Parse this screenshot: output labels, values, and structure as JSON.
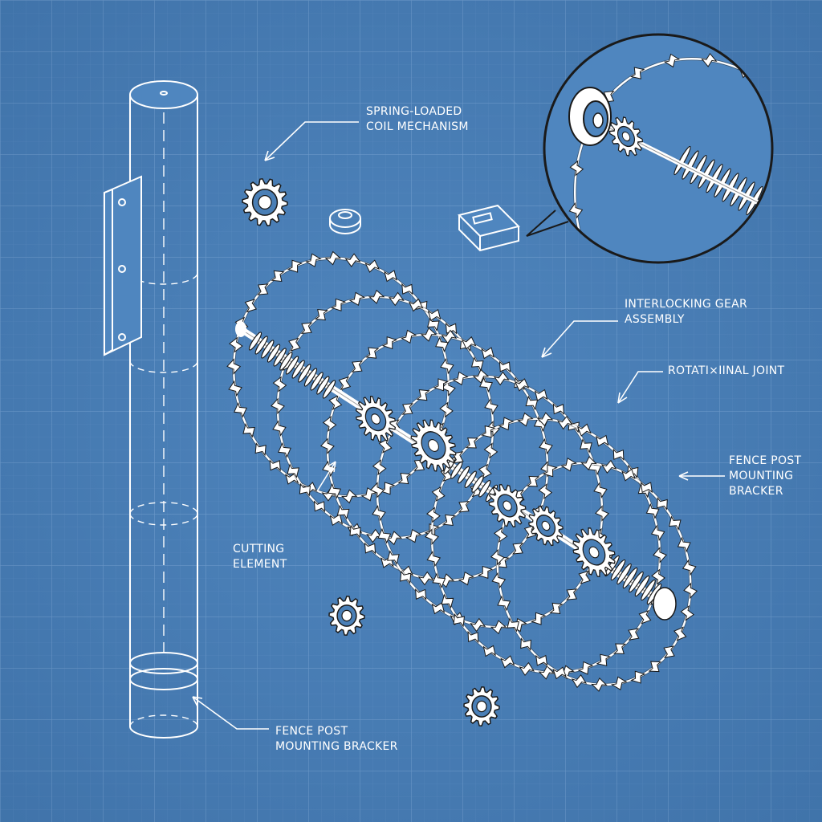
{
  "colors": {
    "background": "#4a7fb6",
    "grid_major": "#7fa8d4",
    "grid_minor": "#6593c6",
    "line": "#ffffff",
    "ink": "#1a1a1a"
  },
  "labels": {
    "spring_coil": {
      "line1": "SPRING-LOADED",
      "line2": "COIL MECHANISM"
    },
    "gear_assembly": {
      "line1": "INTERLOCKING GEAR",
      "line2": "ASSEMBLY"
    },
    "rotational_joint": {
      "line1": "ROTATI×IINAL JOINT"
    },
    "fence_post_right": {
      "line1": "FENCE POST",
      "line2": "MOUNTING",
      "line3": "BRACKER"
    },
    "cutting_element": {
      "line1": "CUTTING",
      "line2": "ELEMENT"
    },
    "fence_post_bottom": {
      "line1": "FENCE POST",
      "line2": "MOUNTING BRACKER"
    }
  },
  "icons": {
    "detail_inset": "magnified-spring-detail-icon",
    "gear": "gear-icon",
    "washer": "washer-icon",
    "clip": "bracket-clip-icon"
  }
}
